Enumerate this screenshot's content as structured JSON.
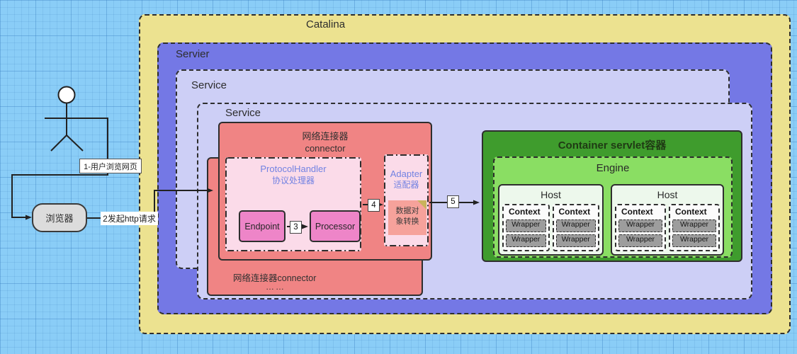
{
  "colors": {
    "background_grid_blue": "#8acdf7",
    "catalina_fill": "#ece290",
    "server_fill": "#7478e5",
    "service_fill": "#cdcff6",
    "connector_fill": "#f08484",
    "handler_fill": "#fbdbe9",
    "endpoint_fill": "#ee85c8",
    "note_fill": "#f6a29b",
    "note_fold": "#c9b45c",
    "accent_blue_text": "#7282e2",
    "container_fill": "#3f9c2d",
    "engine_fill": "#8ade63",
    "host_fill": "#edf8ec",
    "context_fill": "#fbfbfb",
    "wrapper_fill": "#9d9d9d",
    "browser_fill": "#dcdcdc"
  },
  "catalina": {
    "label": "Catalina"
  },
  "server": {
    "label": "Servier"
  },
  "services": {
    "back_label": "Service",
    "front_label": "Service"
  },
  "connector_front": {
    "title_zh": "网络连接器",
    "title_en": "connector"
  },
  "connector_back": {
    "label": "网络连接器connector",
    "more": "……"
  },
  "protocol_handler": {
    "name": "ProtocolHandler",
    "name_zh": "协议处理器",
    "endpoint_label": "Endpoint",
    "processor_label": "Processor"
  },
  "adapter": {
    "name": "Adapter",
    "name_zh": "适配器",
    "note_line1": "数据对",
    "note_line2": "象转换"
  },
  "container": {
    "title": "Container servlet容器",
    "engine_label": "Engine",
    "hosts": [
      {
        "label": "Host",
        "contexts": [
          {
            "label": "Context",
            "wrappers": [
              "Wrapper",
              "Wrapper"
            ]
          },
          {
            "label": "Context",
            "wrappers": [
              "Wrapper",
              "Wrapper"
            ]
          }
        ]
      },
      {
        "label": "Host",
        "contexts": [
          {
            "label": "Context",
            "wrappers": [
              "Wrapper",
              "Wrapper"
            ]
          },
          {
            "label": "Context",
            "wrappers": [
              "Wrapper",
              "Wrapper"
            ]
          }
        ]
      }
    ]
  },
  "flow": {
    "step1_label": "1-用户浏览网页",
    "step2_label": "2发起http请求",
    "step3_badge": "3",
    "step4_badge": "4",
    "step5_badge": "5"
  },
  "browser": {
    "label": "浏览器"
  }
}
